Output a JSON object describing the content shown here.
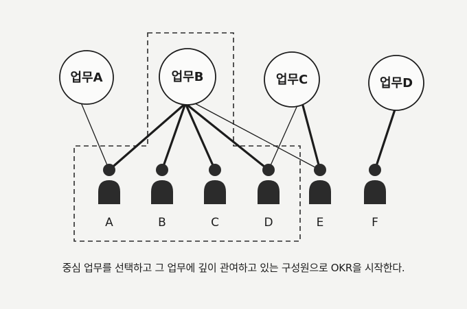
{
  "tasks": [
    {
      "id": "A",
      "label": "업무A"
    },
    {
      "id": "B",
      "label": "업무B"
    },
    {
      "id": "C",
      "label": "업무C"
    },
    {
      "id": "D",
      "label": "업무D"
    }
  ],
  "people": [
    {
      "id": "A",
      "label": "A"
    },
    {
      "id": "B",
      "label": "B"
    },
    {
      "id": "C",
      "label": "C"
    },
    {
      "id": "D",
      "label": "D"
    },
    {
      "id": "E",
      "label": "E"
    },
    {
      "id": "F",
      "label": "F"
    }
  ],
  "links": [
    {
      "task": "A",
      "person": "A",
      "weight": "thin"
    },
    {
      "task": "B",
      "person": "A",
      "weight": "thick"
    },
    {
      "task": "B",
      "person": "B",
      "weight": "thick"
    },
    {
      "task": "B",
      "person": "C",
      "weight": "thick"
    },
    {
      "task": "B",
      "person": "D",
      "weight": "thick"
    },
    {
      "task": "B",
      "person": "E",
      "weight": "thin"
    },
    {
      "task": "C",
      "person": "D",
      "weight": "thin"
    },
    {
      "task": "C",
      "person": "E",
      "weight": "thick"
    },
    {
      "task": "D",
      "person": "F",
      "weight": "thick"
    }
  ],
  "caption": "중심 업무를 선택하고 그 업무에 깊이 관여하고 있는 구성원으로 OKR을 시작한다.",
  "colors": {
    "background": "#f4f4f2",
    "ink": "#1c1c1c",
    "person_fill": "#2b2b2b"
  }
}
